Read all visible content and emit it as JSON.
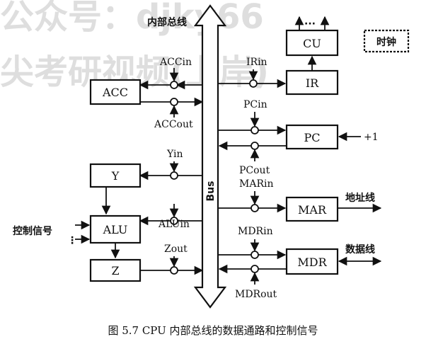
{
  "watermark": {
    "line1": "公众号：djky66",
    "line2": "尖考研视频(上岸)"
  },
  "bus": {
    "top_label": "内部总线",
    "label": "Bus"
  },
  "registers": {
    "acc": "ACC",
    "y": "Y",
    "alu": "ALU",
    "z": "Z",
    "cu": "CU",
    "ir": "IR",
    "pc": "PC",
    "mar": "MAR",
    "mdr": "MDR",
    "clock": "时钟"
  },
  "signals": {
    "acc_in": "ACCin",
    "acc_out": "ACCout",
    "y_in": "Yin",
    "alu_in": "ALUin",
    "z_out": "Zout",
    "ir_in": "IRin",
    "pc_in": "PCin",
    "pc_out": "PCout",
    "mar_in": "MARin",
    "mdr_in": "MDRin",
    "mdr_out": "MDRout"
  },
  "external": {
    "control_signals": "控制信号",
    "plus_one": "+1",
    "address_bus": "地址线",
    "data_bus": "数据线",
    "cu_dots": "···",
    "alu_dots": "⋮"
  },
  "caption": "图 5.7   CPU 内部总线的数据通路和控制信号"
}
